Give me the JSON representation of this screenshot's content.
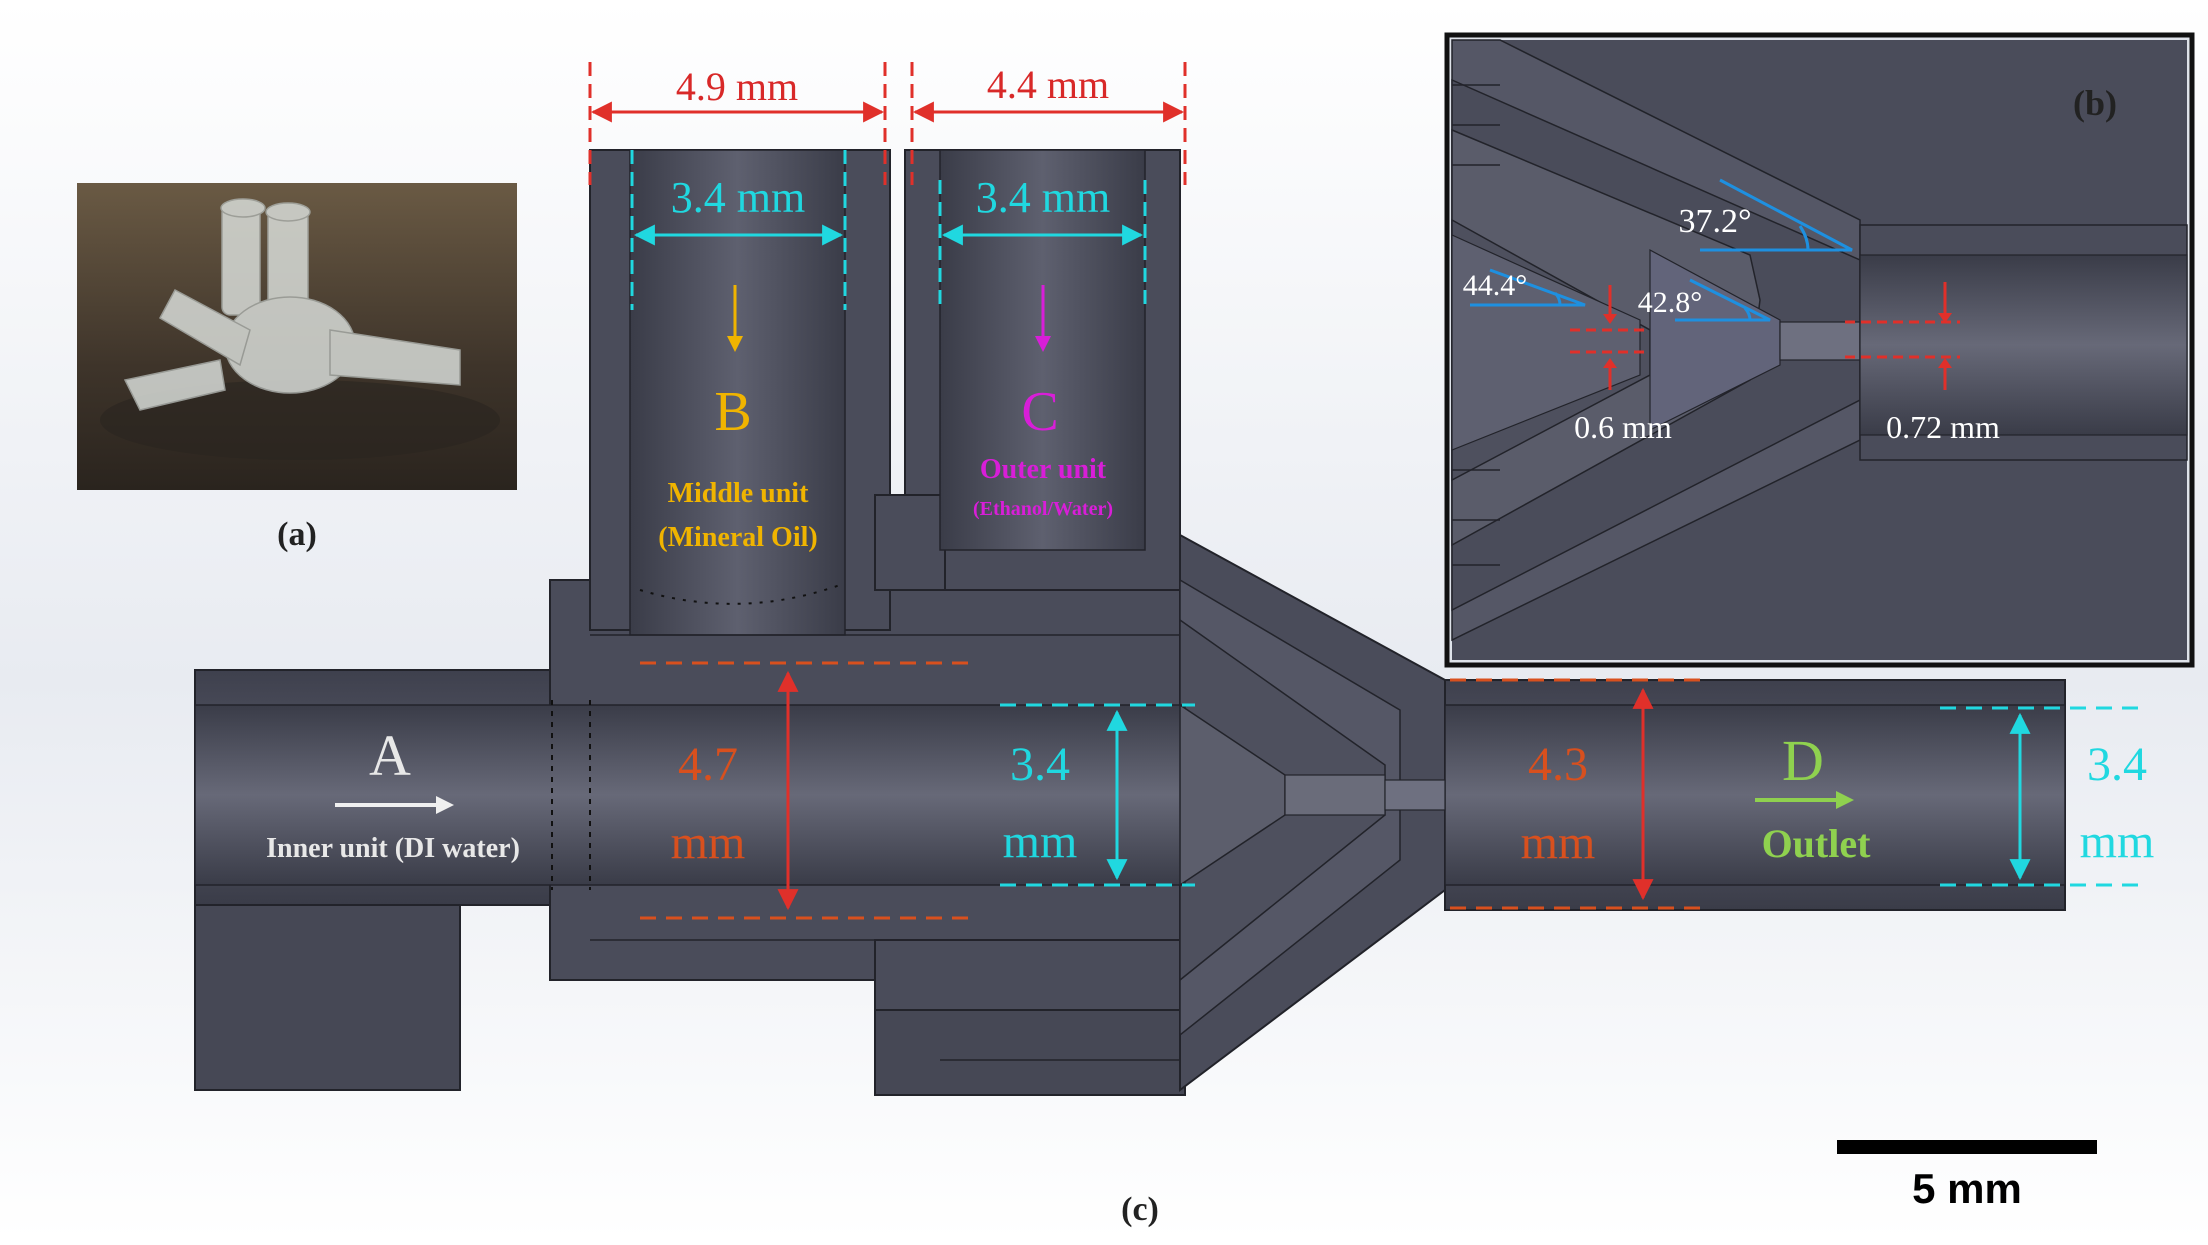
{
  "panels": {
    "a": "(a)",
    "b": "(b)",
    "c": "(c)"
  },
  "dimensions_top": {
    "middle_outer": "4.9 mm",
    "outer_outer": "4.4 mm",
    "middle_inner": "3.4 mm",
    "outer_inner": "3.4 mm"
  },
  "inlets": {
    "A": {
      "letter": "A",
      "label": "Inner unit (DI water)",
      "color": "#e8e8e8"
    },
    "B": {
      "letter": "B",
      "line1": "Middle unit",
      "line2": "(Mineral Oil)",
      "color": "#f0b400"
    },
    "C": {
      "letter": "C",
      "line1": "Outer unit",
      "line2": "(Ethanol/Water)",
      "color": "#d81ed8"
    },
    "D": {
      "letter": "D",
      "label": "Outlet",
      "color": "#8fd14f"
    }
  },
  "channel_dims": {
    "inner_outer_value": "4.7",
    "inner_outer_unit": "mm",
    "inner_inner_value": "3.4",
    "inner_inner_unit": "mm",
    "outlet_outer_value": "4.3",
    "outlet_outer_unit": "mm",
    "outlet_inner_value": "3.4",
    "outlet_inner_unit": "mm"
  },
  "detail": {
    "angle_outer": "37.2°",
    "angle_inner": "44.4°",
    "angle_middle": "42.8°",
    "orifice_inner": "0.6 mm",
    "orifice_outer": "0.72 mm"
  },
  "scale_bar": "5 mm",
  "colors": {
    "body": "#4a4c5a",
    "red_dim": "#e0302a",
    "orange_dim": "#d8501e",
    "cyan_dim": "#20d8e0",
    "blue_angle": "#1e90e0"
  }
}
